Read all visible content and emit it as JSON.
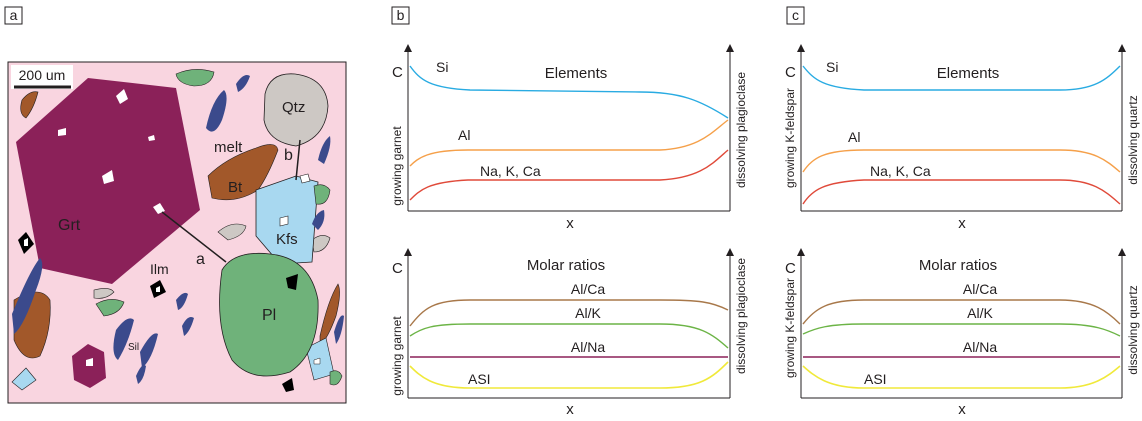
{
  "panels": {
    "a": {
      "tag": "a",
      "scale_bar": "200 um",
      "minerals": {
        "grt": "Grt",
        "qtz": "Qtz",
        "bt": "Bt",
        "kfs": "Kfs",
        "pl": "Pl",
        "ilm": "Ilm",
        "sil": "Sil",
        "melt": "melt"
      },
      "profile_a": "a",
      "profile_b": "b"
    },
    "b": {
      "tag": "b",
      "left_axis": "growing garnet",
      "right_axis": "dissolving plagioclase",
      "top": {
        "ylabel": "C",
        "xlabel": "x",
        "title": "Elements",
        "series_labels": [
          "Si",
          "Al",
          "Na, K, Ca"
        ]
      },
      "bottom": {
        "ylabel": "C",
        "xlabel": "x",
        "title": "Molar ratios",
        "series_labels": [
          "Al/Ca",
          "Al/K",
          "Al/Na",
          "ASI"
        ]
      }
    },
    "c": {
      "tag": "c",
      "left_axis": "growing K-feldspar",
      "right_axis": "dissolving quartz",
      "top": {
        "ylabel": "C",
        "xlabel": "x",
        "title": "Elements",
        "series_labels": [
          "Si",
          "Al",
          "Na, K, Ca"
        ]
      },
      "bottom": {
        "ylabel": "C",
        "xlabel": "x",
        "title": "Molar ratios",
        "series_labels": [
          "Al/Ca",
          "Al/K",
          "Al/Na",
          "ASI"
        ]
      }
    }
  },
  "colors": {
    "matrix": "#f9d5e0",
    "garnet": "#8b2159",
    "quartz": "#cdc8c4",
    "biotite": "#a2582a",
    "kfeldspar": "#a8d8f0",
    "plagioclase": "#6fb27a",
    "sillimanite": "#3b4a8c",
    "ilmenite": "#000000",
    "si": "#29abe2",
    "al": "#f5a04a",
    "alkali": "#e04a3a",
    "al_ca": "#a8784a",
    "al_k": "#6cb446",
    "al_na": "#8b2159",
    "asi": "#f0e93a"
  }
}
